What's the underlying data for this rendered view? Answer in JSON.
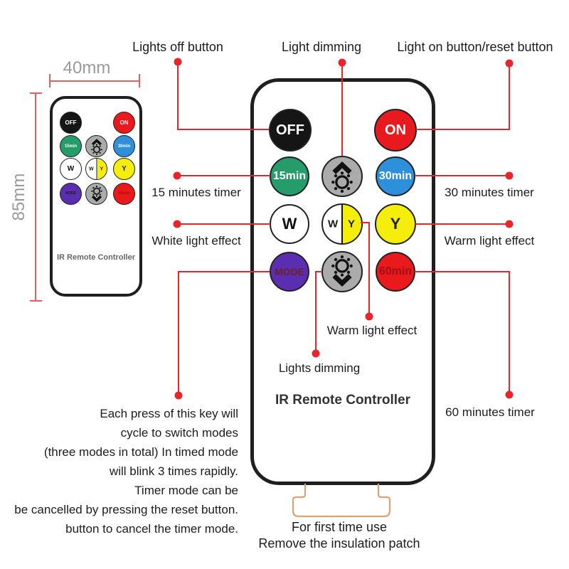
{
  "colors": {
    "red_line": "#e8252a",
    "dim_line": "#e06060",
    "gray_text": "#9a9a9a",
    "note_text": "#1c1c1c",
    "off_bg": "#151515",
    "on_bg": "#e8191f",
    "t15_bg": "#279c6b",
    "t30_bg": "#2e8fdb",
    "t60_bg": "#e9191c",
    "mode_bg": "#5b2db0",
    "dimmer_bg": "#ababab",
    "yellow": "#f5ee0a",
    "mode_text": "#6b2222",
    "t60_text": "#a01016",
    "patch_line": "#dda173",
    "remote_border": "#1f1f1f"
  },
  "dimensions": {
    "width_label": "40mm",
    "height_label": "85mm"
  },
  "top_labels": {
    "lights_off": "Lights off button",
    "light_dimming": "Light dimming",
    "light_on": "Light on button/reset button"
  },
  "side_labels": {
    "timer15": "15 minutes timer",
    "timer30": "30 minutes timer",
    "white_effect": "White light effect",
    "warm_effect_right": "Warm light effect",
    "warm_effect_center": "Warm light effect",
    "lights_dimming": "Lights dimming",
    "timer60": "60 minutes timer"
  },
  "left_note": {
    "lines": [
      "Each press of this key will",
      "cycle to switch modes",
      "(three modes in total) In timed mode",
      "will blink 3 times rapidly.",
      "Timer mode can be",
      "be cancelled by pressing the reset button.",
      "button to cancel the timer mode."
    ]
  },
  "bottom_note": {
    "line1": "For first time use",
    "line2": "Remove the insulation patch"
  },
  "remote": {
    "title": "IR Remote Controller",
    "buttons": {
      "off": "OFF",
      "on": "ON",
      "t15": "15min",
      "t30": "30min",
      "w": "W",
      "wy_w": "W",
      "wy_y": "Y",
      "y": "Y",
      "mode": "MODE",
      "t60": "60min"
    }
  },
  "small_remote": {
    "title": "IR Remote Controller"
  }
}
